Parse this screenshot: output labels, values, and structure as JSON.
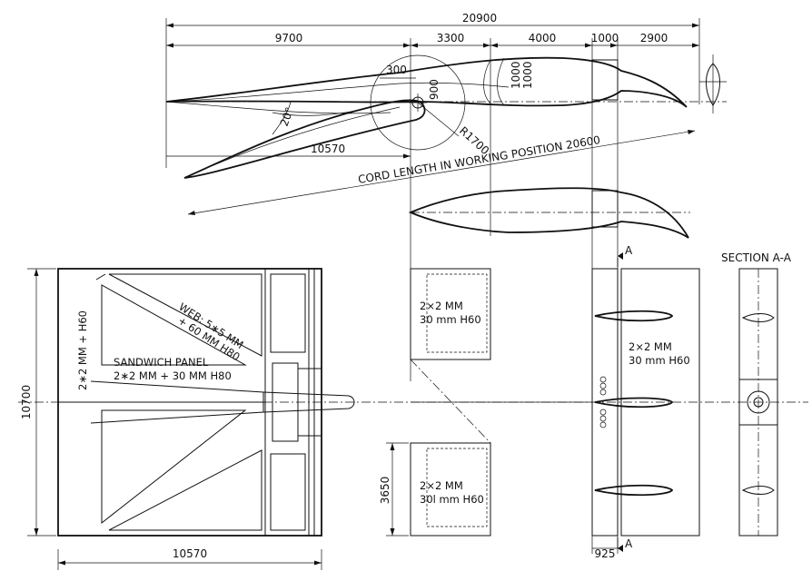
{
  "dimensions": {
    "overall_width": "20900",
    "seg1": "9700",
    "seg2": "3300",
    "seg3": "4000",
    "seg4": "1000",
    "seg5": "2900",
    "hinge_offset": "300",
    "hinge_height": "900",
    "thickness_a": "1000",
    "thickness_b": "1000",
    "angle": "20°",
    "radius": "R1700",
    "projection": "10570",
    "cord_length": "CORD LENGTH IN WORKING POSITION  20600",
    "height": "10700",
    "panel_width": "10570",
    "lower_height": "3650",
    "web_width": "925",
    "section_marker": "A"
  },
  "notes": {
    "web_line1": "WEB: 5∗5 MM",
    "web_line2": "+ 60 MM H80",
    "sandwich_line1": "SANDWICH PANEL",
    "sandwich_line2": "2∗2 MM + 30 MM H80",
    "side_note": "2∗2 MM + H60",
    "mid_upper_line1": "2×2 MM",
    "mid_upper_line2": "30 mm H60",
    "mid_lower_line1": "2×2 MM",
    "mid_lower_line2": "30l mm H60",
    "right_line1": "2×2 MM",
    "right_line2": "30 mm H60",
    "section_title": "SECTION A-A"
  }
}
